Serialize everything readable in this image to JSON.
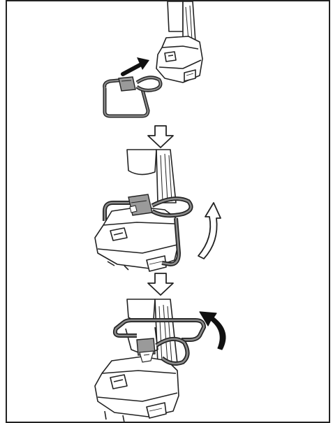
{
  "figure": {
    "description_icons": {
      "frame": "border-frame",
      "tool": "power-tool-drawing",
      "bracket": "wire-bracket",
      "arrow_down": "outlined-down-arrow",
      "arrow_push": "solid-push-arrow",
      "arrow_rotate_up": "outlined-curved-arrow",
      "arrow_rotate_back": "solid-curved-arrow"
    },
    "colors": {
      "stroke": "#222222",
      "wire_fill": "#8a8a8a",
      "clip_fill": "#9a9a9a",
      "arrow_solid": "#111111",
      "paper": "#ffffff"
    },
    "steps": 3
  }
}
